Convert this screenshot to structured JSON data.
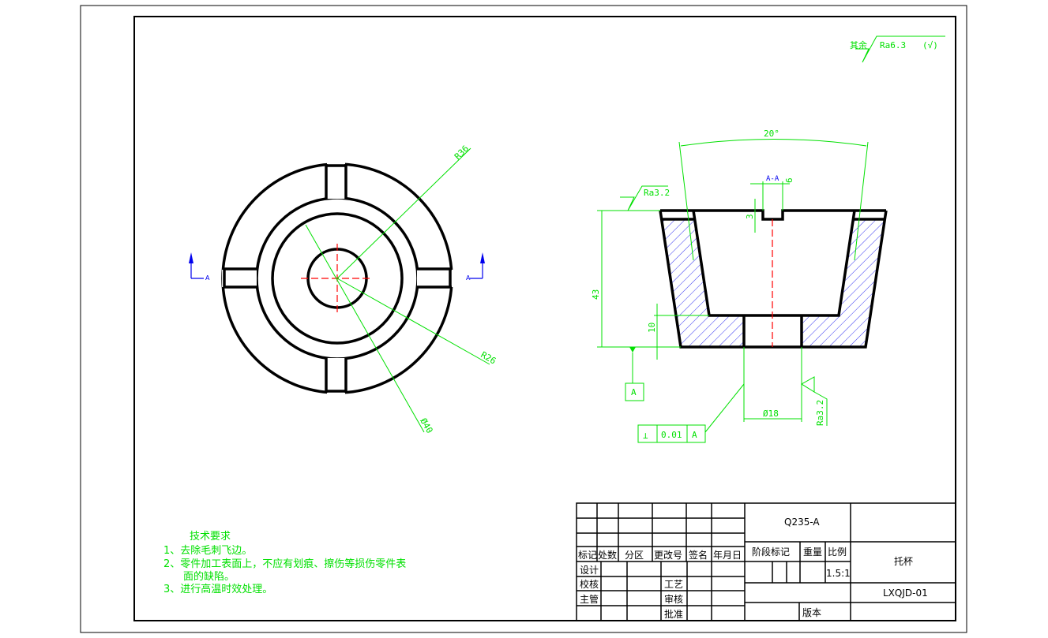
{
  "roughness_general": {
    "prefix": "其余",
    "value": "Ra6.3",
    "suffix": "(√)"
  },
  "front_view": {
    "dims": {
      "r_outer": "R36",
      "r_mid": "R26",
      "dia_inner": "Ø40"
    },
    "section_label_left": "A",
    "section_label_right": "A"
  },
  "section_view": {
    "title": "A-A",
    "dims": {
      "angle": "20°",
      "height": "43",
      "bottom": "10",
      "slot_depth": "3",
      "slot_width": "6",
      "hole": "Ø18"
    },
    "roughness_top": "Ra3.2",
    "roughness_hole": "Ra3.2",
    "datum": "A",
    "tolerance": {
      "symbol": "⊥",
      "value": "0.01",
      "datum": "A"
    }
  },
  "tech_requirements": {
    "title": "技术要求",
    "lines": [
      "1、去除毛刺飞边。",
      "2、零件加工表面上，不应有划痕、擦伤等损伤零件表",
      "面的缺陷。",
      "3、进行高温时效处理。"
    ]
  },
  "title_block": {
    "header": [
      "标记",
      "处数",
      "分区",
      "更改号",
      "签名",
      "年月日"
    ],
    "design": "设计",
    "check": "校核",
    "supervisor": "主管",
    "process": "工艺",
    "review": "审核",
    "approve": "批准",
    "material": "Q235-A",
    "stage_mark": "阶段标记",
    "weight": "重量",
    "scale_label": "比例",
    "scale": "1.5:1",
    "version": "版本",
    "part_name": "托杯",
    "drawing_no": "LXQJD-01"
  },
  "colors": {
    "dimension": "#00e000",
    "centerline": "#ff0000",
    "hatch": "#0000ee",
    "outline": "#000000"
  }
}
